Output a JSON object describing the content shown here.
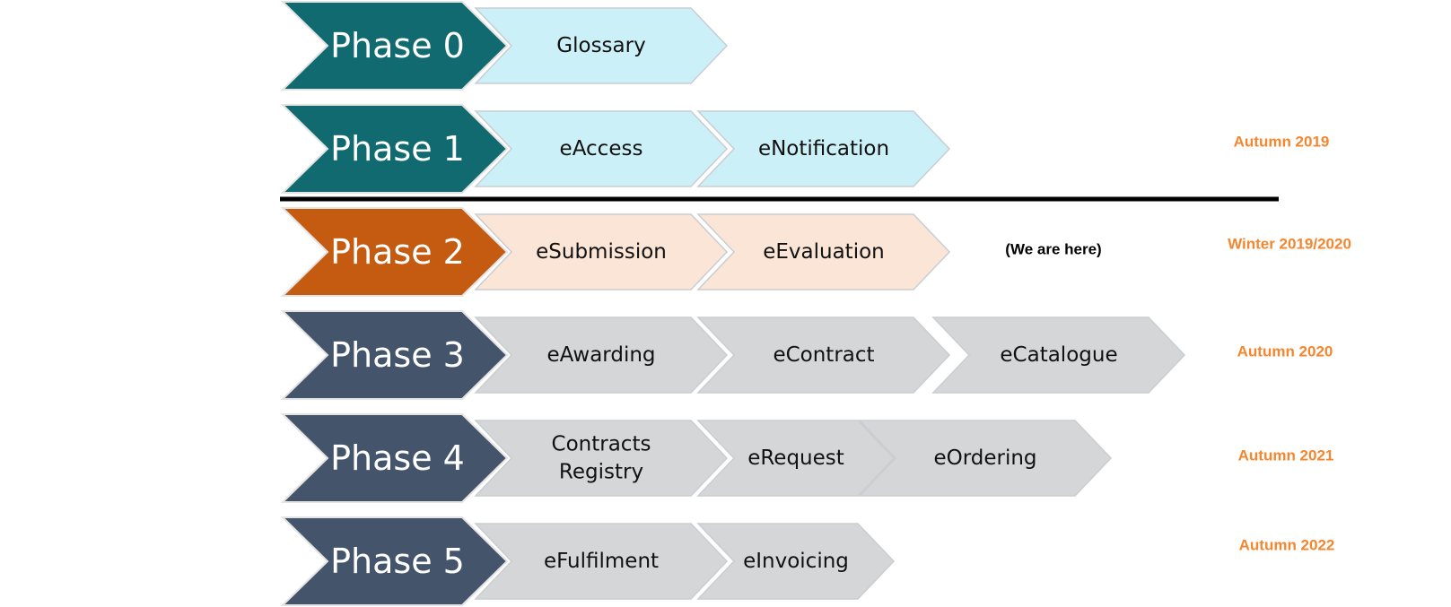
{
  "colors": {
    "phase_teal": "#116A6F",
    "phase_orange": "#C55A11",
    "phase_slate": "#44546A",
    "step_cyan": "#CBF0F7",
    "step_peach": "#FBE5D6",
    "step_gray": "#D5D6D8",
    "date_orange": "#F4862E",
    "divider": "#000000"
  },
  "phases": [
    {
      "label": "Phase 0",
      "style": "teal",
      "date": "",
      "steps": [
        {
          "lines": [
            "Glossary"
          ]
        }
      ]
    },
    {
      "label": "Phase 1",
      "style": "teal",
      "date": "Autumn 2019",
      "steps": [
        {
          "lines": [
            "eAccess"
          ]
        },
        {
          "lines": [
            "eNotification"
          ]
        }
      ]
    },
    {
      "label": "Phase 2",
      "style": "orange",
      "date": "Winter 2019/2020",
      "note": "(We are here)",
      "steps": [
        {
          "lines": [
            "eSubmission"
          ]
        },
        {
          "lines": [
            "eEvaluation"
          ]
        }
      ]
    },
    {
      "label": "Phase 3",
      "style": "slate",
      "date": "Autumn 2020",
      "steps": [
        {
          "lines": [
            "eAwarding"
          ]
        },
        {
          "lines": [
            "eContract"
          ]
        },
        {
          "lines": [
            "eCatalogue"
          ]
        }
      ]
    },
    {
      "label": "Phase 4",
      "style": "slate",
      "date": "Autumn 2021",
      "steps": [
        {
          "lines": [
            "Contracts",
            "Registry"
          ]
        },
        {
          "lines": [
            "eRequest"
          ]
        },
        {
          "lines": [
            "eOrdering"
          ]
        }
      ]
    },
    {
      "label": "Phase 5",
      "style": "slate",
      "date": "Autumn 2022",
      "steps": [
        {
          "lines": [
            "eFulfilment"
          ]
        },
        {
          "lines": [
            "eInvoicing"
          ]
        }
      ]
    }
  ]
}
